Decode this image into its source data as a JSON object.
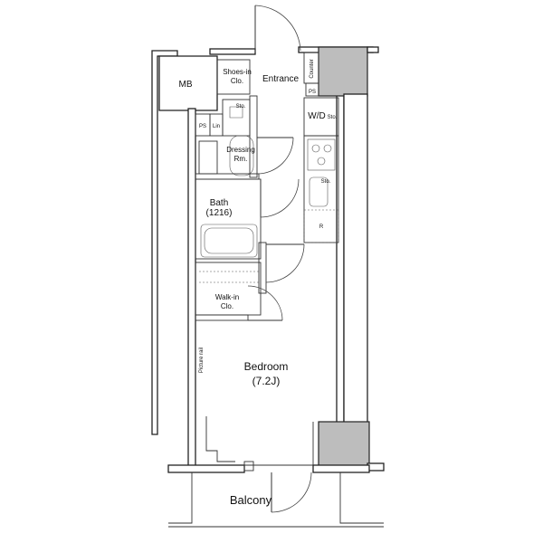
{
  "rooms": {
    "mb": "MB",
    "shoes_line1": "Shoes-in",
    "shoes_line2": "Clo.",
    "entrance": "Entrance",
    "counter": "Counter",
    "ps_top": "PS",
    "wd": "W/D",
    "wd_sto": "Sto.",
    "sto_small": "Sto.",
    "ps_left": "PS",
    "lin": "Lin",
    "dressing_line1": "Dressing",
    "dressing_line2": "Rm.",
    "kitchen_sto": "Sto.",
    "r_mark": "R",
    "bath_line1": "Bath",
    "bath_line2": "(1216)",
    "walkin_line1": "Walk-in",
    "walkin_line2": "Clo.",
    "picture_rail": "Picture rail",
    "bedroom_line1": "Bedroom",
    "bedroom_line2": "(7.2J)",
    "balcony": "Balcony"
  }
}
